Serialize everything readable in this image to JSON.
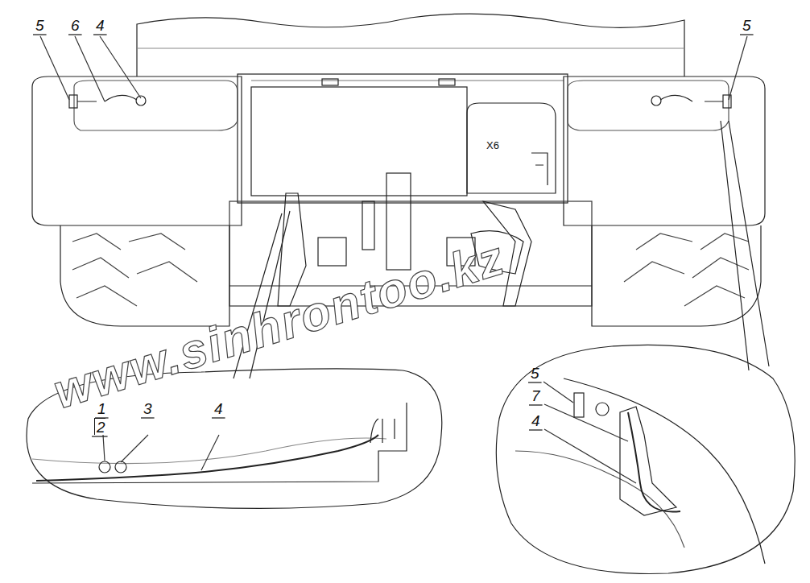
{
  "diagram": {
    "labels": [
      "5",
      "6",
      "4",
      "5",
      "X6",
      "1",
      "2",
      "3",
      "4",
      "5",
      "7",
      "4",
      "www.sinhrontoo.kz"
    ]
  }
}
